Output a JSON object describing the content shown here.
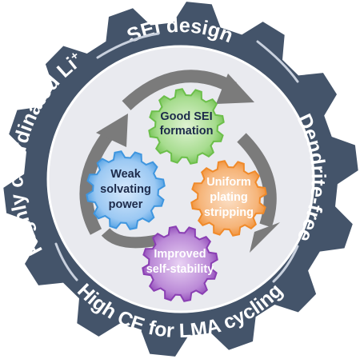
{
  "ring_labels": {
    "top": "SEI design",
    "right": "Dendrite-free",
    "bottom": "High CE for LMA cycling",
    "left_main": "Highly coordinated Li",
    "left_sup": "+"
  },
  "gears": {
    "top": {
      "line1": "Good SEI",
      "line2": "formation",
      "line3": ""
    },
    "left": {
      "line1": "Weak",
      "line2": "solvating",
      "line3": "power"
    },
    "right": {
      "line1": "Uniform",
      "line2": "plating",
      "line3": "stripping"
    },
    "bottom": {
      "line1": "Improved",
      "line2": "self-stability",
      "line3": ""
    }
  },
  "colors": {
    "outer_gear": "#44546a",
    "inner_disk": "#e9eaef",
    "cycle_arrow": "#7b7b7b",
    "double_arrow": "#c9d1de",
    "gear_green": "#6cbf4a",
    "gear_blue": "#3f96df",
    "gear_orange": "#f08a2a",
    "gear_purple": "#8a3fb3",
    "text_dark": "#1c2a4a",
    "text_white": "#ffffff"
  }
}
